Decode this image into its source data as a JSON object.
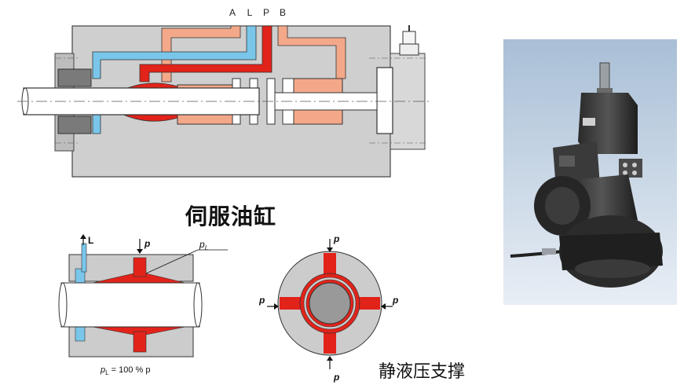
{
  "servo": {
    "port_labels": [
      "A",
      "L",
      "P",
      "B"
    ],
    "caption": "伺服油缸"
  },
  "detail": {
    "label_L": "L",
    "label_p": "p",
    "label_pL": "p",
    "label_pL_sub": "L",
    "formula_p": "p",
    "formula_sub": "L",
    "formula_rest": " = 100 % p"
  },
  "section": {
    "label_top": "p",
    "label_bottom": "p",
    "label_left": "p",
    "label_right": "p"
  },
  "hydrostatic": {
    "caption": "静液压支撑"
  },
  "colors": {
    "red": "#e2231a",
    "blue": "#79c6ea",
    "salmon": "#f4a88a",
    "grey": "#cccccc",
    "dark": "#333333"
  }
}
